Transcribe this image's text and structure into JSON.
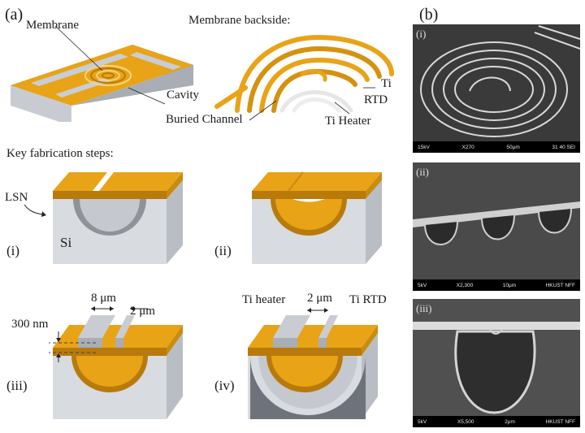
{
  "panel_a": {
    "tag": "(a)",
    "membrane_label": "Membrane",
    "backside_title": "Membrane backside:",
    "cavity_label": "Cavity",
    "buried_channel_label": "Buried Channel",
    "ti_label": "Ti",
    "rtd_label": "RTD",
    "ti_heater_label": "Ti Heater"
  },
  "fab": {
    "title": "Key fabrication steps:",
    "lsn_label": "LSN",
    "si_label": "Si",
    "steps": [
      "(i)",
      "(ii)",
      "(iii)",
      "(iv)"
    ],
    "dim_8um": "8 μm",
    "dim_2um_a": "2 μm",
    "dim_300nm": "300 nm",
    "ti_heater": "Ti heater",
    "dim_2um_b": "2 μm",
    "ti_rtd": "Ti RTD"
  },
  "panel_b": {
    "tag": "(b)",
    "sem": [
      {
        "tag": "(i)",
        "kv": "15kV",
        "mag": "X270",
        "scale": "50μm",
        "info": "31 40 SEI"
      },
      {
        "tag": "(ii)",
        "kv": "5kV",
        "mag": "X2,300",
        "scale": "10μm",
        "info": "HKUST NFF"
      },
      {
        "tag": "(iii)",
        "kv": "5kV",
        "mag": "X5,500",
        "scale": "2μm",
        "info": "HKUST NFF"
      }
    ]
  },
  "colors": {
    "gold": "#e8a317",
    "gold_dark": "#b87a0a",
    "silicon": "#d8dbe0",
    "silicon_side": "#b9bdc4",
    "metal": "#c9cdd3"
  }
}
